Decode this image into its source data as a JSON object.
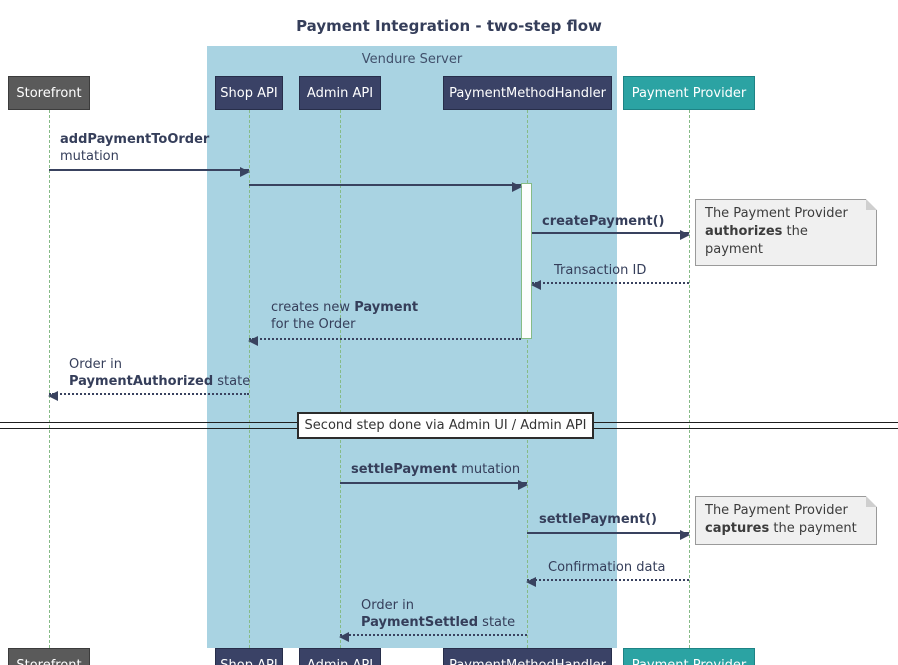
{
  "title": "Payment Integration - two-step flow",
  "server": {
    "label": "Vendure Server"
  },
  "participants": [
    {
      "id": "storefront",
      "label": "Storefront"
    },
    {
      "id": "shop-api",
      "label": "Shop API"
    },
    {
      "id": "admin-api",
      "label": "Admin API"
    },
    {
      "id": "payment-method-handler",
      "label": "PaymentMethodHandler"
    },
    {
      "id": "payment-provider",
      "label": "Payment Provider"
    }
  ],
  "messages": {
    "add_payment": {
      "line1": "addPaymentToOrder",
      "line2": "mutation"
    },
    "create_payment": {
      "label": "createPayment()"
    },
    "transaction_id": {
      "label": "Transaction ID"
    },
    "payment_created": {
      "line1_prefix": "creates new ",
      "line1_bold": "Payment",
      "line2": "for the Order"
    },
    "order_authorized": {
      "line1": "Order in",
      "line2_bold": "PaymentAuthorized",
      "line2_suffix": " state"
    },
    "settle_payment_mutation": {
      "bold": "settlePayment",
      "suffix": " mutation"
    },
    "settle_payment_call": {
      "label": "settlePayment()"
    },
    "confirmation": {
      "label": "Confirmation data"
    },
    "order_settled": {
      "line1": "Order in",
      "line2_bold": "PaymentSettled",
      "line2_suffix": " state"
    }
  },
  "notes": {
    "authorize": {
      "line1": "The Payment Provider",
      "line2_bold": "authorizes",
      "line2_suffix": " the payment"
    },
    "capture": {
      "line1": "The Payment Provider",
      "line2_bold": "captures",
      "line2_suffix": " the payment"
    }
  },
  "divider": {
    "label": "Second step done via Admin UI / Admin API"
  },
  "colors": {
    "server_fill": "#a9d3e2",
    "participant_dark": "#3a4266",
    "participant_gray": "#5a5a5a",
    "participant_teal": "#2ba3a3",
    "lifeline_green": "#86bb86",
    "arrow": "#39425f",
    "text_dark": "#353e5a",
    "note_fill": "#f0f0f0",
    "note_border": "#9a9a9a",
    "activation_border": "#86bb86",
    "divider_line": "#1f1f1f"
  }
}
